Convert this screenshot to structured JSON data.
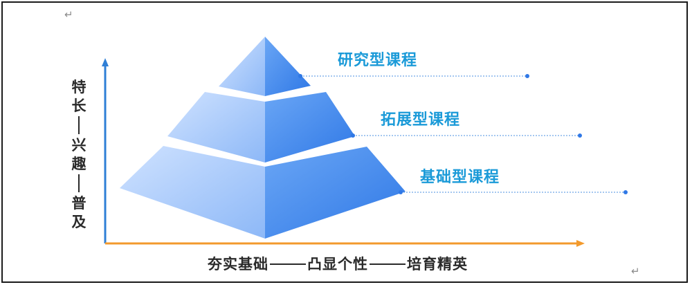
{
  "marks": {
    "top_left": "↵",
    "bottom_right": "↵"
  },
  "y_axis": {
    "chars": [
      "特",
      "长",
      "兴",
      "趣",
      "普",
      "及"
    ]
  },
  "x_axis": {
    "parts": [
      "夯实基础",
      "凸显个性",
      "培育精英"
    ]
  },
  "tiers": [
    {
      "label": "研究型课程"
    },
    {
      "label": "拓展型课程"
    },
    {
      "label": "基础型课程"
    }
  ],
  "colors": {
    "axis_y": "#2f7fd6",
    "axis_x": "#f39a2c",
    "pyramid_light": "#a9ccff",
    "pyramid_dark": "#3f86f0",
    "leader": "#4a8fe0",
    "label": "#1a9ad8"
  }
}
